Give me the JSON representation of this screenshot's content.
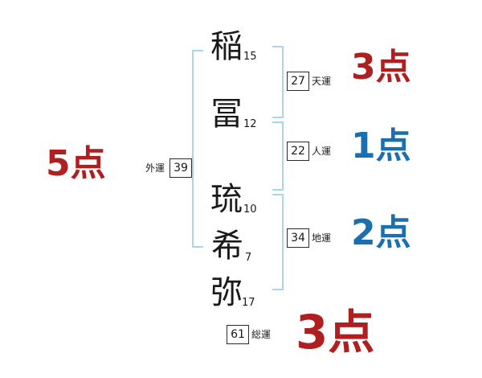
{
  "name_column": {
    "chars": [
      {
        "char": "稲",
        "strokes": "15"
      },
      {
        "char": "冨",
        "strokes": "12"
      },
      {
        "char": "琉",
        "strokes": "10"
      },
      {
        "char": "希",
        "strokes": "7"
      },
      {
        "char": "弥",
        "strokes": "17"
      }
    ]
  },
  "fortunes": {
    "ten": {
      "label": "天運",
      "value": "27",
      "score": "3点"
    },
    "jin": {
      "label": "人運",
      "value": "22",
      "score": "1点"
    },
    "chi": {
      "label": "地運",
      "value": "34",
      "score": "2点"
    },
    "gai": {
      "label": "外運",
      "value": "39",
      "score": "5点"
    },
    "sou": {
      "label": "総運",
      "value": "61",
      "score": "3点"
    }
  },
  "colors": {
    "score_red": "#b01f1f",
    "score_blue": "#1c6fae",
    "bracket_blue": "#a9d7ea",
    "ink": "#1a1a1a"
  }
}
